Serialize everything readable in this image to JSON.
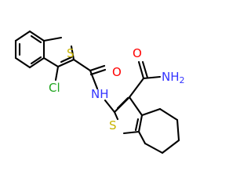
{
  "molecule": {
    "atoms": {
      "s_benzo": "S",
      "cl": "Cl",
      "o_amide": "O",
      "nh": "NH",
      "s_thio": "S",
      "o_carbamoyl": "O",
      "nh2_main": "NH",
      "nh2_sub": "2"
    },
    "colors": {
      "carbon_bond": "#000000",
      "sulfur": "#c8b400",
      "oxygen": "#ff0000",
      "nitrogen": "#3333ff",
      "chlorine": "#1fa51f"
    }
  }
}
